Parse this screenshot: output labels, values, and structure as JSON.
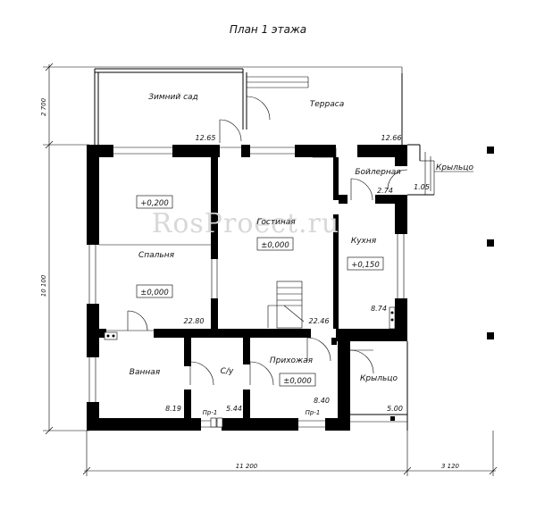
{
  "title": "План 1 этажа",
  "watermark": "RosProect.ru",
  "rooms": {
    "winter_garden": {
      "name": "Зимний сад",
      "area": "12.65"
    },
    "terrace": {
      "name": "Терраса",
      "area": "12.66"
    },
    "boiler": {
      "name": "Бойлерная",
      "area": "2.74"
    },
    "porch_top": {
      "name": "Крыльцо",
      "area": "1.05"
    },
    "bedroom": {
      "name": "Спальня",
      "area": "22.80",
      "level_top": "+0,200",
      "level": "±0,000"
    },
    "living": {
      "name": "Гостиная",
      "area": "22.46",
      "level": "±0,000"
    },
    "kitchen": {
      "name": "Кухня",
      "area": "8.74",
      "level": "+0,150"
    },
    "bathroom": {
      "name": "Ванная",
      "area": "8.19",
      "door": "Пр-1"
    },
    "wc": {
      "name": "С/у",
      "area": "5.44"
    },
    "hall": {
      "name": "Прихожая",
      "area": "8.40",
      "level": "±0,000",
      "door": "Пр-1"
    },
    "porch_bottom": {
      "name": "Крыльцо",
      "area": "5.00"
    }
  },
  "dimensions": {
    "top_left": "2 700",
    "left": "10 100",
    "bottom_main": "11 200",
    "bottom_right": "3 120"
  }
}
